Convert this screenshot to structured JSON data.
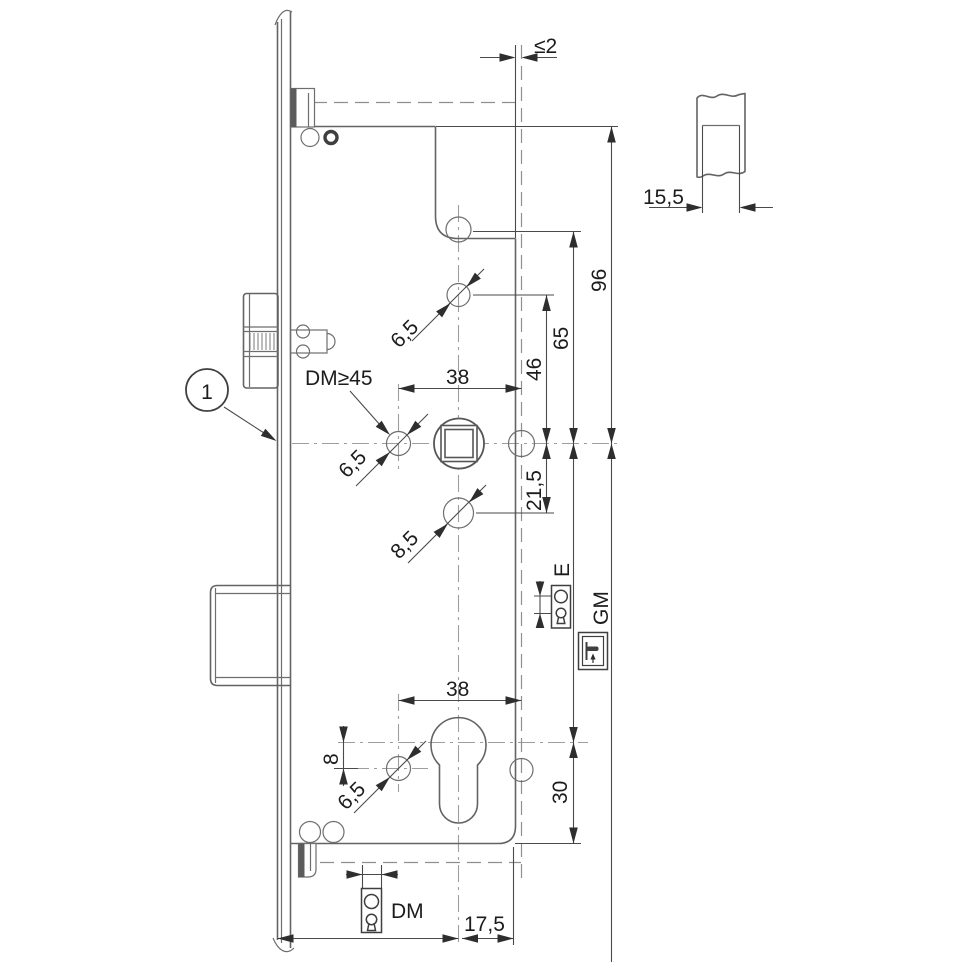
{
  "drawing": {
    "callout": {
      "number": "1"
    },
    "labels": {
      "gap_top": "≤2",
      "height_96": "96",
      "height_65": "65",
      "height_46": "46",
      "height_21_5": "21,5",
      "width_38_top": "38",
      "width_38_bottom": "38",
      "hole_6_5_follower": "6,5",
      "hole_6_5_upper": "6,5",
      "hole_8_5": "8,5",
      "hole_6_5_lower": "6,5",
      "offset_8": "8",
      "height_30": "30",
      "width_17_5": "17,5",
      "detail_15_5": "15,5",
      "backset_min": "DM≥45",
      "backset": "DM",
      "distance": "E",
      "handle_dim": "GM"
    },
    "icons": {
      "e_icon": "keyhole-escutcheon-icon",
      "gm_icon": "door-handle-icon",
      "dm_icon": "keyhole-escutcheon-icon"
    },
    "colors": {
      "background": "#ffffff",
      "outline": "#636363",
      "dimension": "#2e2e2e",
      "centerline": "#9e9e9e"
    }
  }
}
